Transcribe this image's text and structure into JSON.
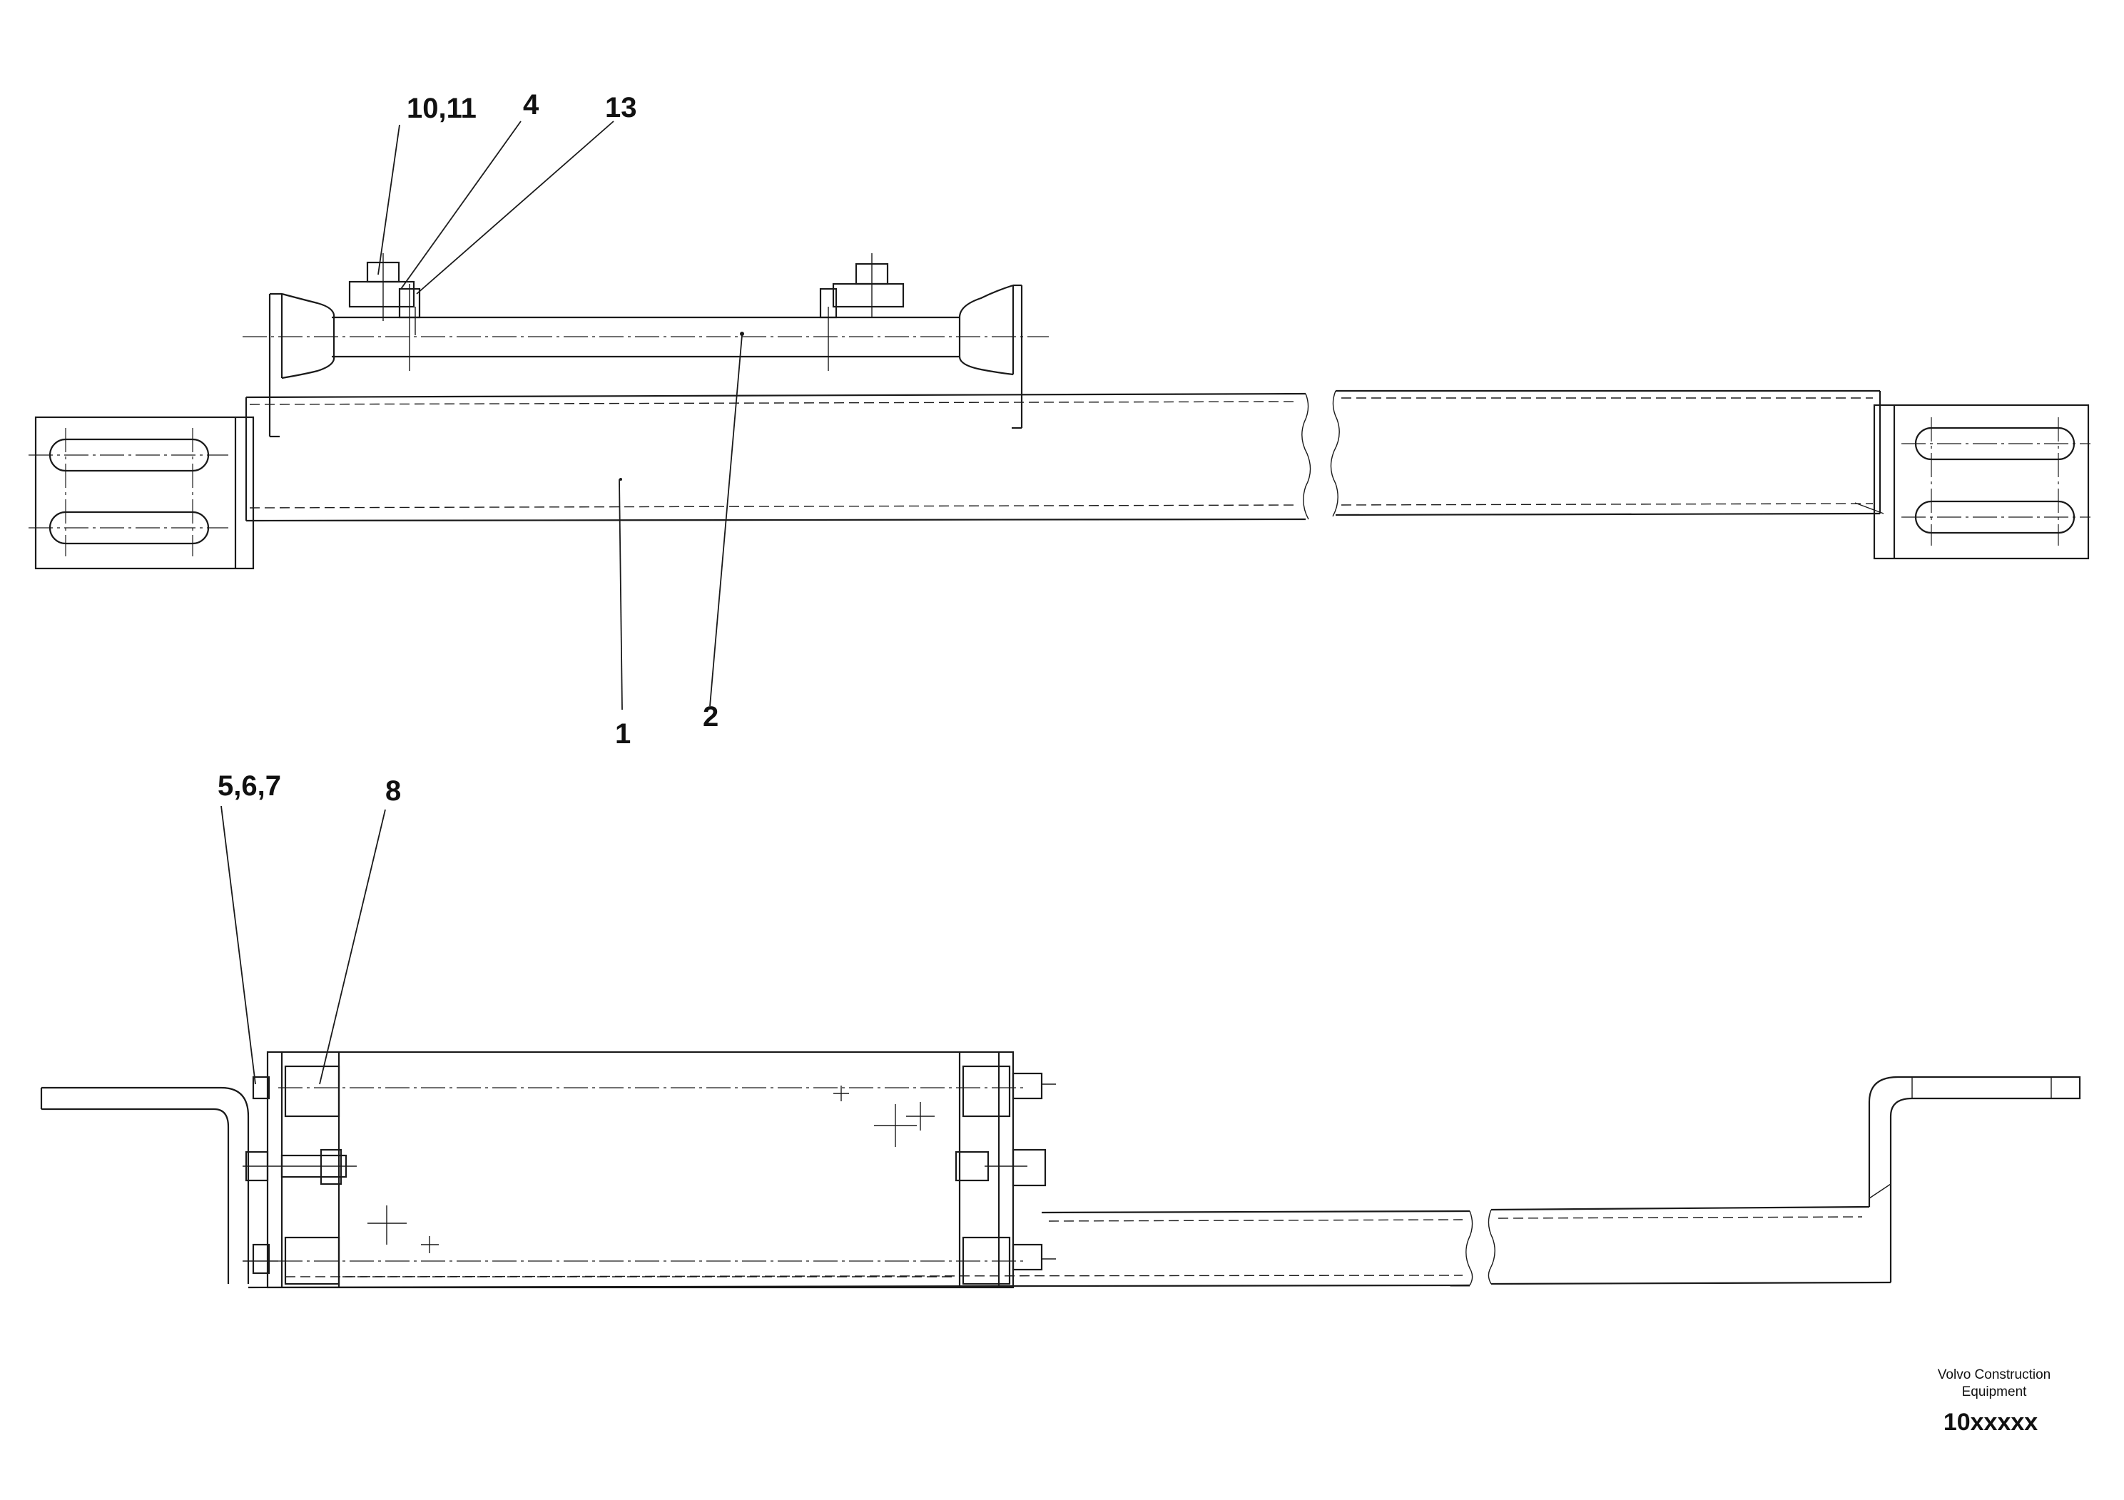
{
  "callouts": {
    "c10_11": "10,11",
    "c4": "4",
    "c13": "13",
    "c1": "1",
    "c2": "2",
    "c5_6_7": "5,6,7",
    "c8": "8"
  },
  "footer": {
    "company_line1": "Volvo Construction",
    "company_line2": "Equipment",
    "drawing_number": "10xxxxx"
  }
}
